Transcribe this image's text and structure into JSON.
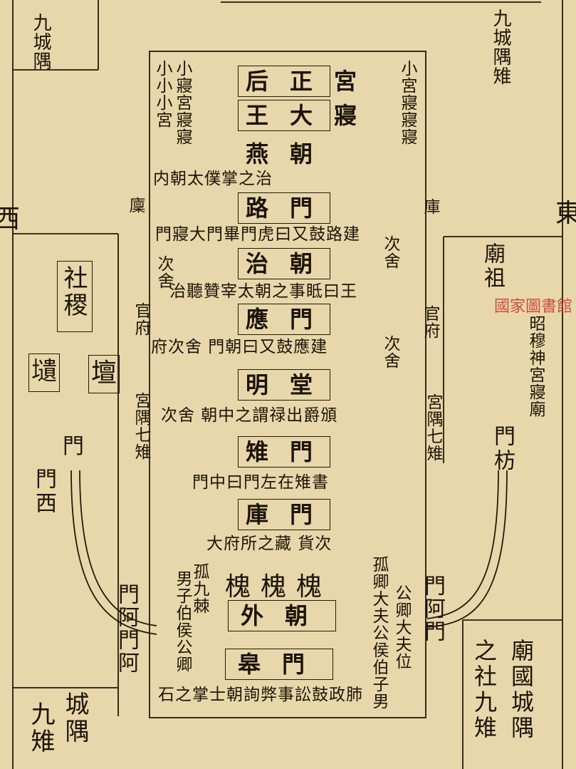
{
  "west": {
    "mark": "西",
    "inner_gate": "門",
    "outer_gate": "門",
    "outer_gate_label": "門西",
    "nine_city": "九城隅",
    "nine_bottom": "九雉",
    "nine_bottom_b": "城隅"
  },
  "east": {
    "mark": "東",
    "nine_top": "九城隅雉",
    "bottom_corner": "之社九雉",
    "bottom_extra": "廟國城隅",
    "gate_inner": "門",
    "gate_outer": "門"
  },
  "center": {
    "queen_palace": "后正宮",
    "king_sleep": "王大寢",
    "yan_court": "燕朝",
    "inner_lines": [
      "小小小宮",
      "小寢宮寢寢",
      "小宮寢寢寢",
      "内朝太僕掌之治",
      "太僕掌之"
    ],
    "lu_gate": "路門",
    "lu_gate_note": "門寢大門畢門虎曰又鼓路建",
    "zhi_court": "治朝",
    "zhi_court_note": "治聽贊宰太朝之事眡曰王",
    "ying_gate": "應門",
    "ying_gate_note": "府次舍 門朝曰又鼓應建",
    "ming_hall": "明堂",
    "ming_hall_note": "次舍 朝中之謂禄出爵頒",
    "zhi_gate": "雉門",
    "zhi_gate_note": "門中曰門左在雉書",
    "ku_gate": "庫門",
    "ku_gate_note": "大府所之藏 貨次",
    "three_huai": "槐槐槐",
    "wai_court": "外朝",
    "gao_gate": "皋門",
    "gao_gate_note": "石之掌士朝詢弊事訟鼓政肺"
  },
  "sides": {
    "left_vert_a": "廩",
    "left_vert_b": "官府",
    "left_vert_c": "宮隅七雉",
    "left_vert_d": "次舍",
    "right_vert_a": "庫",
    "right_vert_b": "次舍",
    "right_vert_c": "官府",
    "right_vert_d": "次舍",
    "right_vert_e": "宮隅七雉",
    "altar_she": "社稷",
    "altar_tan1": "壇",
    "altar_tan2": "壝",
    "ancestor": "廟祖",
    "ancestor_notes": "昭穆神宮寢廟",
    "fang_gate": "門枋",
    "west_nobles": "男子伯侯公卿",
    "west_nobles_b": "孤九棘",
    "east_nobles": "孤卿大夫公侯伯子男",
    "east_nobles_b": "公卿大夫位",
    "a_men_west": "門阿門阿",
    "a_men_east": "門阿門"
  },
  "stamp": "國家圖書館"
}
